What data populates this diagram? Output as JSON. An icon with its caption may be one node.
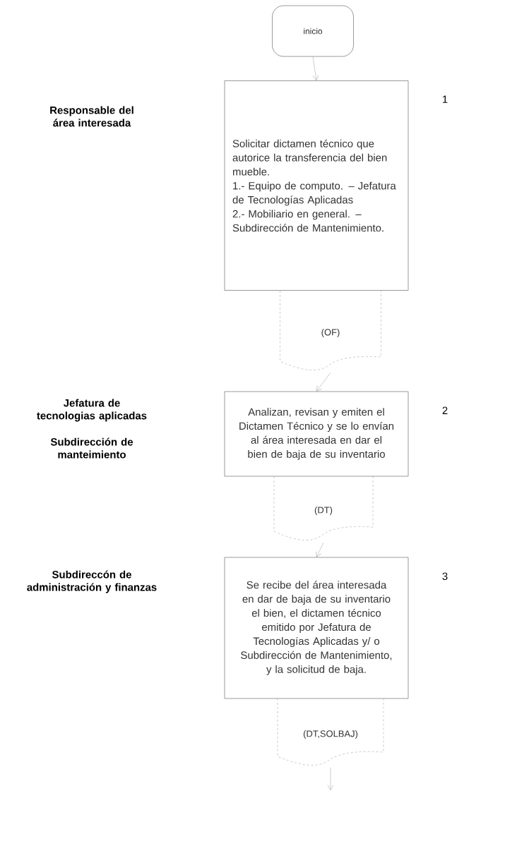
{
  "diagram": {
    "nodes": [
      {
        "text": [
          "inicio"
        ]
      },
      {
        "text": [
          "Solicitar dictamen técnico que autorice la transferencia del bien mueble.",
          "1.- Equipo de computo. – Jefatura de Tecnologías Aplicadas",
          "2.- Mobiliario en general. – Subdirección de Mantenimiento."
        ],
        "beside": [
          "1"
        ]
      },
      {
        "text": [
          "(OF)"
        ]
      },
      {
        "text": [
          "Analizan, revisan y emiten el Dictamen Técnico y se lo envían al área interesada en dar el bien de baja de su inventario"
        ],
        "beside": [
          "2"
        ]
      },
      {
        "text": [
          "(DT)"
        ]
      },
      {
        "text": [
          "Se recibe del área interesada en dar de baja de su inventario el bien, el dictamen técnico emitido por Jefatura de Tecnologías Aplicadas y/ o Subdirección de Mantenimiento, y la solicitud de baja."
        ],
        "beside": [
          "3"
        ]
      },
      {
        "text": [
          "(DT,SOLBAJ)"
        ]
      }
    ],
    "edges": [
      {
        "from": 0,
        "to": 1,
        "arrow": "to"
      },
      {
        "from": 2,
        "to": 3,
        "arrow": "to"
      },
      {
        "from": 4,
        "to": 5,
        "arrow": "to"
      },
      {
        "from": 6,
        "to": null,
        "arrow": "to"
      }
    ],
    "labels": [
      "Responsable del área interesada",
      "Jefatura de tecnologias aplicadas",
      "Subdirección de manteimiento",
      "Subdireccón de administración y finanzas"
    ]
  }
}
